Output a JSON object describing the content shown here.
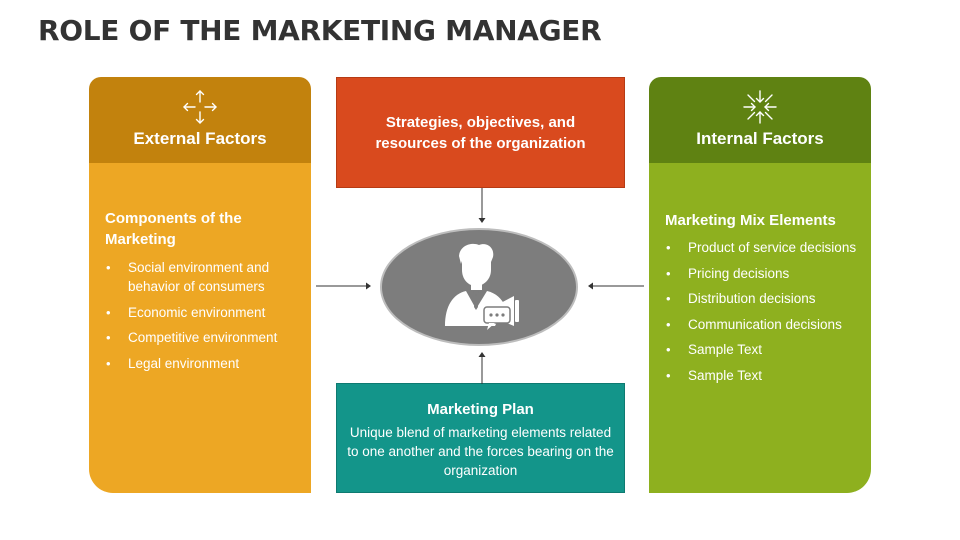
{
  "slide": {
    "title": "ROLE OF THE MARKETING MANAGER"
  },
  "external": {
    "title": "External Factors",
    "icon": "expand-arrows-icon",
    "heading": "Components of the Marketing",
    "items": [
      "Social environment and behavior of consumers",
      "Economic environment",
      "Competitive environment",
      "Legal environment"
    ]
  },
  "internal": {
    "title": "Internal Factors",
    "icon": "compress-arrows-icon",
    "heading": "Marketing Mix Elements",
    "items": [
      "Product of service decisions",
      "Pricing decisions",
      "Distribution decisions",
      "Communication decisions",
      "Sample Text",
      "Sample Text"
    ]
  },
  "strategies": {
    "text": "Strategies, objectives, and resources of the organization"
  },
  "plan": {
    "title": "Marketing Plan",
    "text": "Unique blend of marketing elements related to one another and the forces bearing on the organization"
  },
  "center": {
    "icon": "manager-megaphone-icon"
  },
  "colors": {
    "external_header": "#c2820d",
    "external_body": "#eda724",
    "internal_header": "#5f8212",
    "internal_body": "#8eb01f",
    "strategies": "#d94a1e",
    "plan": "#13958a",
    "center": "#7d7d7d"
  }
}
